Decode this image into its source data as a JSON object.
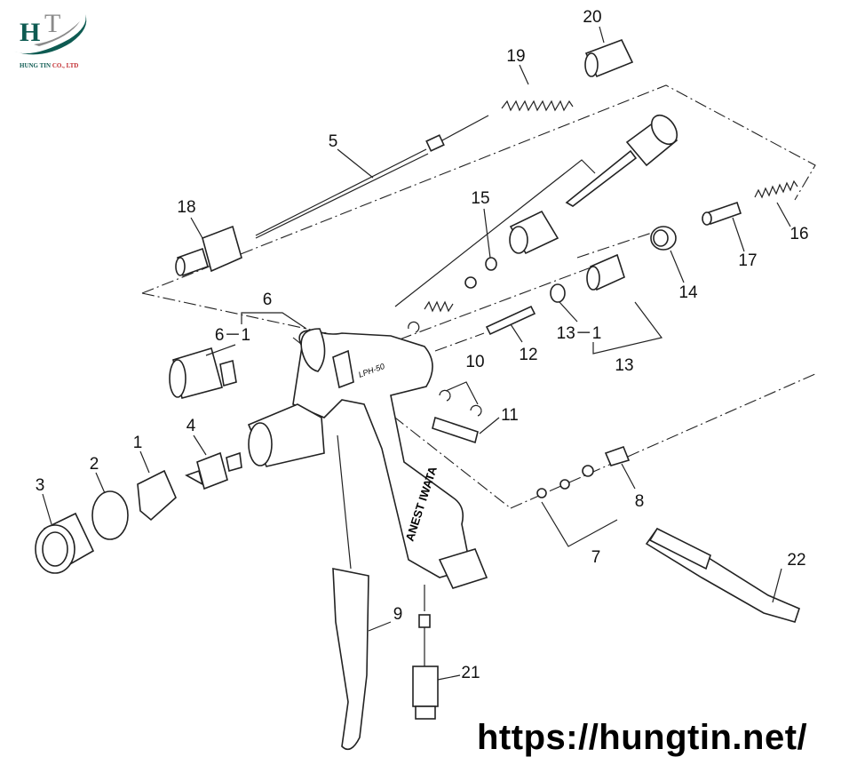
{
  "logo": {
    "monogram": "HT",
    "company_part1": "HUNG TIN",
    "company_part2": "CO., LTD",
    "colors": {
      "green": "#0e5b52",
      "red": "#c0282c",
      "gray": "#8a8a8a"
    }
  },
  "gun_marking": {
    "model": "LPH-50",
    "brand": "ANEST IWATA"
  },
  "part_labels": {
    "p20": "20",
    "p19": "19",
    "p5": "5",
    "p18": "18",
    "p15": "15",
    "p16": "16",
    "p17": "17",
    "p14": "14",
    "p6": "6",
    "p6_1": "6－1",
    "p13_1": "13－1",
    "p12": "12",
    "p13": "13",
    "p10": "10",
    "p11": "11",
    "p4": "4",
    "p1": "1",
    "p2": "2",
    "p3": "3",
    "p8": "8",
    "p7": "7",
    "p22": "22",
    "p9": "9",
    "p21": "21"
  },
  "website": "https://hungtin.net/"
}
